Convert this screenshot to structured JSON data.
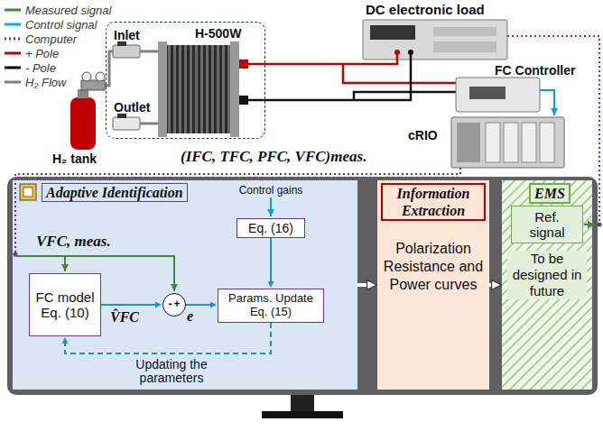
{
  "diagram": {
    "nodes": [
      {
        "text": [
          "Inlet",
          "H-500W",
          "Outlet"
        ]
      },
      {
        "text": [
          "Adaptive Identification"
        ]
      },
      {
        "text": [
          "Eq. (16)"
        ],
        "in": 1
      },
      {
        "text": [
          "FC model Eq. (10)"
        ],
        "in": 1
      },
      {
        "text": [
          "-",
          "+"
        ],
        "in": 1
      },
      {
        "text": [
          "Params. Update Eq. (15)"
        ],
        "in": 1
      },
      {
        "text": [
          "Information Extraction",
          "Polarization Resistance and Power curves"
        ]
      },
      {
        "text": [
          "EMS",
          "To be designed in future"
        ]
      },
      {
        "text": [
          "Ref. signal"
        ],
        "in": 7
      }
    ],
    "edges": [
      {
        "from": 1,
        "to": 6,
        "arrow": "to"
      },
      {
        "from": 6,
        "to": 7,
        "arrow": "to"
      },
      {
        "from": 2,
        "to": 5,
        "arrow": "to"
      },
      {
        "from": 3,
        "to": 4,
        "arrow": "to",
        "label": "V̂FC"
      },
      {
        "from": 4,
        "to": 5,
        "arrow": "to",
        "label": "e"
      },
      {
        "from": 5,
        "to": 3,
        "arrow": "to",
        "label": "Updating the parameters"
      }
    ],
    "labels": [
      "DC electronic load",
      "FC Controller",
      "cRIO",
      "H₂ tank",
      "(IFC, TFC, PFC, VFC)meas.",
      "Control gains",
      "VFC, meas."
    ],
    "legend": [
      {
        "text": "Measured signal"
      },
      {
        "text": "Control signal"
      },
      {
        "text": "Computer"
      },
      {
        "text": "+ Pole"
      },
      {
        "text": "- Pole"
      },
      {
        "text": "H₂ Flow"
      }
    ]
  }
}
